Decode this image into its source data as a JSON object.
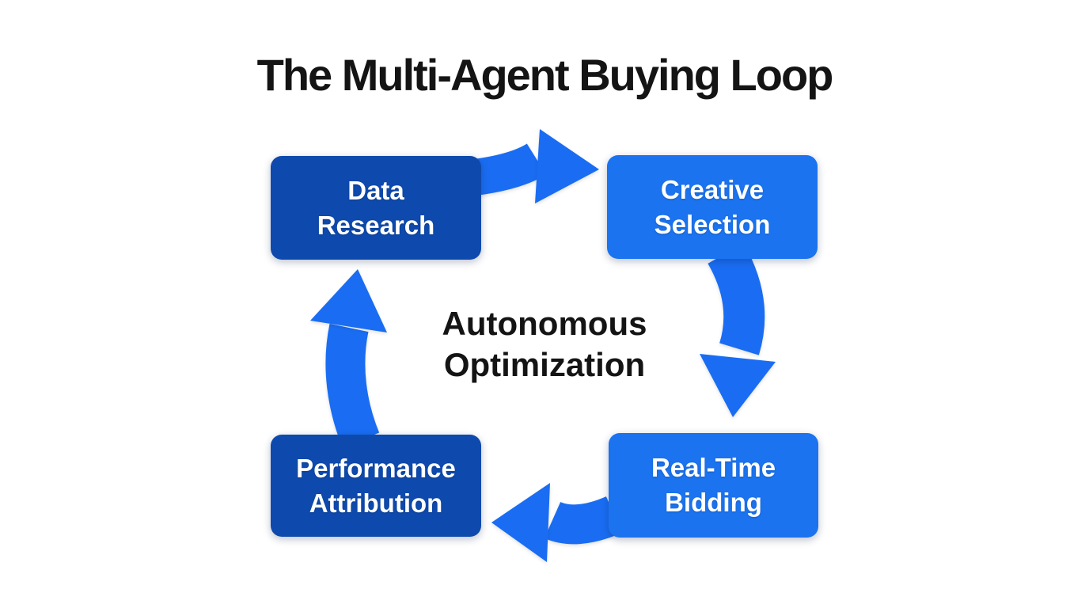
{
  "title": "The Multi-Agent Buying Loop",
  "center_label": {
    "line1": "Autonomous",
    "line2": "Optimization"
  },
  "nodes": {
    "data_research": {
      "line1": "Data",
      "line2": "Research",
      "color": "#0e4aad"
    },
    "creative_selection": {
      "line1": "Creative",
      "line2": "Selection",
      "color": "#1b73ef"
    },
    "real_time_bidding": {
      "line1": "Real-Time",
      "line2": "Bidding",
      "color": "#1b73ef"
    },
    "performance_attribution": {
      "line1": "Performance",
      "line2": "Attribution",
      "color": "#0e4aad"
    }
  },
  "arrows": {
    "color": "#1a6df2",
    "top": "curved-arrow-right",
    "right": "curved-arrow-down",
    "bottom": "curved-arrow-left",
    "left": "curved-arrow-up"
  },
  "colors": {
    "background": "#ffffff",
    "heading_text": "#141414",
    "node_text": "#ffffff",
    "dark_node": "#0e4aad",
    "light_node": "#1b73ef",
    "arrow": "#1a6df2"
  }
}
